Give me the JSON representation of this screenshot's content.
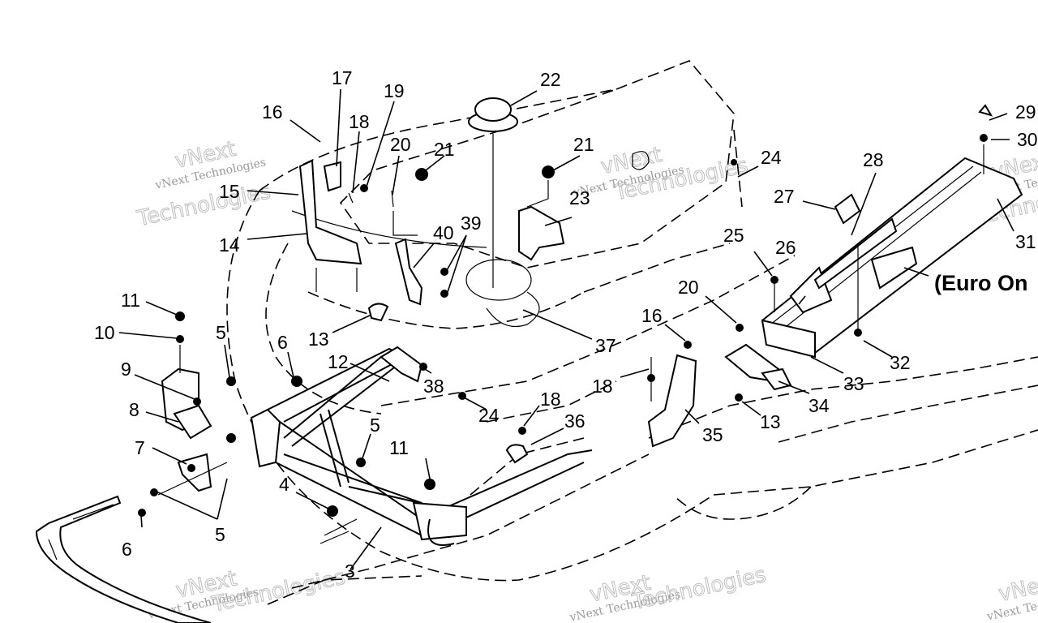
{
  "diagram": {
    "callouts": [
      "3",
      "4",
      "5",
      "5",
      "5",
      "6",
      "6",
      "7",
      "8",
      "9",
      "10",
      "11",
      "11",
      "12",
      "13",
      "13",
      "14",
      "15",
      "16",
      "16",
      "17",
      "18",
      "18",
      "18",
      "19",
      "20",
      "20",
      "21",
      "21",
      "22",
      "23",
      "24",
      "24",
      "25",
      "26",
      "27",
      "28",
      "29",
      "30",
      "31",
      "32",
      "33",
      "34",
      "35",
      "36",
      "37",
      "38",
      "39",
      "40"
    ],
    "note": "(Euro On",
    "watermark": {
      "line1": "vNext Technologies",
      "line2": "vNext",
      "line3": "Technologies"
    }
  }
}
